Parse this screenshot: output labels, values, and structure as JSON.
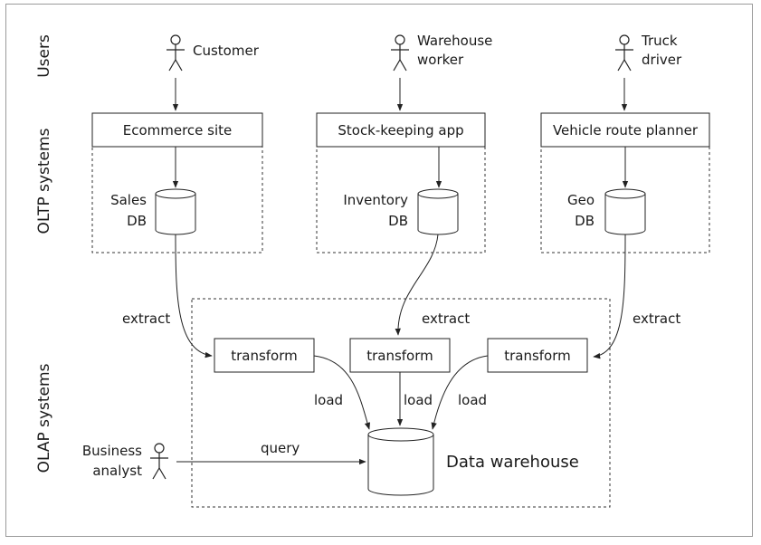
{
  "lanes": {
    "users": "Users",
    "oltp": "OLTP systems",
    "olap": "OLAP systems"
  },
  "actors": {
    "customer": "Customer",
    "warehouse_worker": [
      "Warehouse",
      "worker"
    ],
    "truck_driver": [
      "Truck",
      "driver"
    ],
    "business_analyst": [
      "Business",
      "analyst"
    ]
  },
  "apps": {
    "ecommerce": "Ecommerce site",
    "stock": "Stock-keeping app",
    "vehicle": "Vehicle route planner"
  },
  "dbs": {
    "sales": [
      "Sales",
      "DB"
    ],
    "inventory": [
      "Inventory",
      "DB"
    ],
    "geo": [
      "Geo",
      "DB"
    ]
  },
  "etl": {
    "extract_left": "extract",
    "extract_middle": "extract",
    "extract_right": "extract",
    "transform_left": "transform",
    "transform_middle": "transform",
    "transform_right": "transform",
    "load_left": "load",
    "load_middle": "load",
    "load_right": "load"
  },
  "warehouse": {
    "label": "Data warehouse",
    "query": "query"
  }
}
